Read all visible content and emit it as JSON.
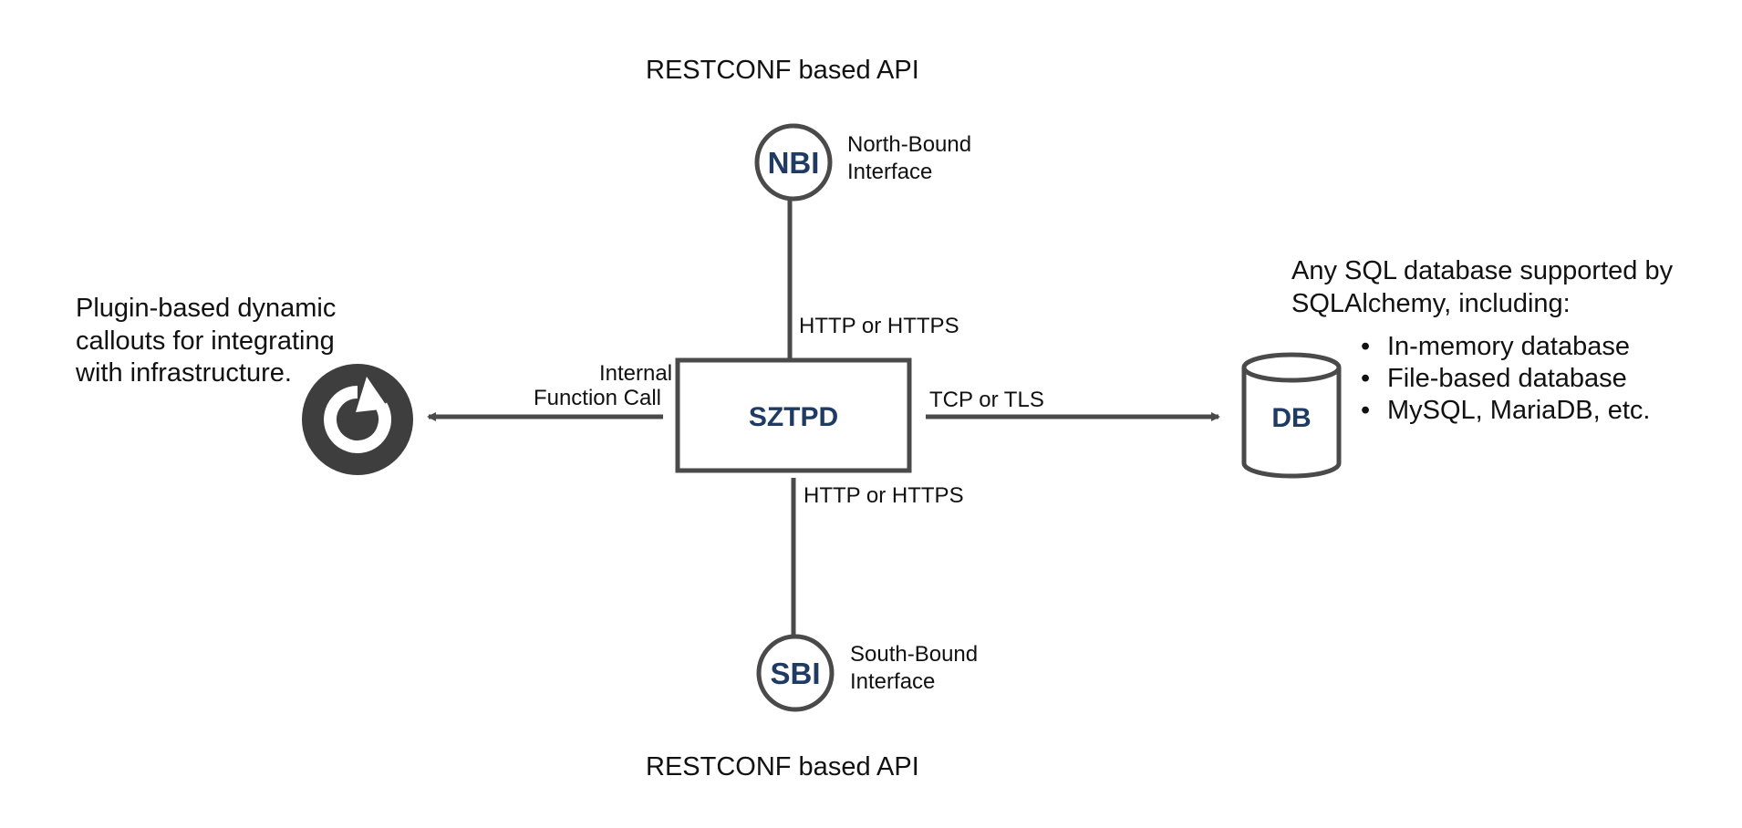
{
  "colors": {
    "line": "#4a4a4a",
    "node_text": "#1f3a63",
    "text": "#111111",
    "background": "#ffffff"
  },
  "top_api_label": "RESTCONF based API",
  "bottom_api_label": "RESTCONF based API",
  "nbi": {
    "abbr": "NBI",
    "line1": "North-Bound",
    "line2": "Interface"
  },
  "sbi": {
    "abbr": "SBI",
    "line1": "South-Bound",
    "line2": "Interface"
  },
  "center": {
    "label": "SZTPD"
  },
  "top_link_label": "HTTP or HTTPS",
  "bottom_link_label": "HTTP or HTTPS",
  "left_link": {
    "line1": "Internal",
    "line2": "Function Call"
  },
  "right_link_label": "TCP or TLS",
  "plugin": {
    "icon": "refresh-icon",
    "line1": "Plugin-based dynamic",
    "line2": "callouts for integrating",
    "line3": "with infrastructure."
  },
  "db": {
    "label": "DB",
    "line1": "Any SQL database supported by",
    "line2": "SQLAlchemy, including:",
    "bullets": [
      "In-memory database",
      "File-based database",
      "MySQL, MariaDB, etc."
    ]
  }
}
